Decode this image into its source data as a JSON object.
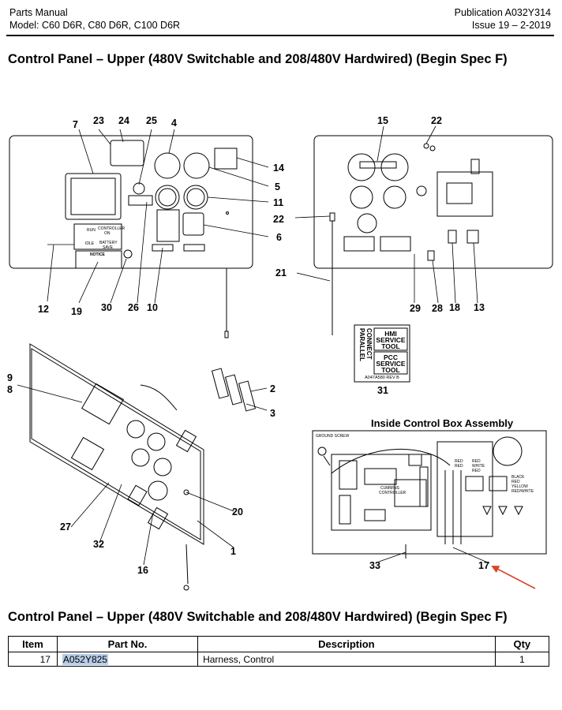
{
  "header": {
    "manual": "Parts Manual",
    "model": "Model: C60 D6R, C80 D6R, C100 D6R",
    "publication": "Publication A032Y314",
    "issue": "Issue 19 – 2-2019"
  },
  "section_title": "Control Panel – Upper (480V Switchable and 208/480V Hardwired) (Begin Spec F)",
  "diagram": {
    "inset_title": "Inside Control Box Assembly",
    "callouts": [
      "23",
      "24",
      "25",
      "4",
      "7",
      "14",
      "5",
      "11",
      "6",
      "22",
      "15",
      "22",
      "21",
      "12",
      "19",
      "30",
      "26",
      "10",
      "29",
      "28",
      "18",
      "13",
      "9",
      "8",
      "2",
      "3",
      "20",
      "27",
      "32",
      "1",
      "16",
      "31",
      "33",
      "17"
    ],
    "labels": {
      "plate1": "HMI",
      "plate2": "SERVICE",
      "plate3": "TOOL",
      "plate4": "PCC",
      "plate5": "SERVICE",
      "plate6": "TOOL",
      "plate_side1": "PARALLEL",
      "plate_side2": "CONNECT",
      "plate_code": "A047A580  REV B",
      "ground_screw": "GROUND SCREW",
      "cummins": "CUMMINS",
      "controller": "CONTROLLER",
      "red": "RED",
      "white": "WHITE",
      "black": "BLACK",
      "yellow": "YELLOW",
      "redwhite": "RED/WHITE",
      "run": "RUN",
      "idle": "IDLE",
      "controller_on": "CONTROLLER",
      "on": "ON",
      "battery": "BATTERY",
      "save": "SAVE",
      "notice": "NOTICE"
    }
  },
  "table": {
    "headers": [
      "Item",
      "Part No.",
      "Description",
      "Qty"
    ],
    "rows": [
      {
        "item": "17",
        "part_no": "A052Y825",
        "description": "Harness, Control",
        "qty": "1"
      }
    ]
  },
  "colors": {
    "arrow": "#d8442b",
    "highlight": "#b7cdea"
  }
}
